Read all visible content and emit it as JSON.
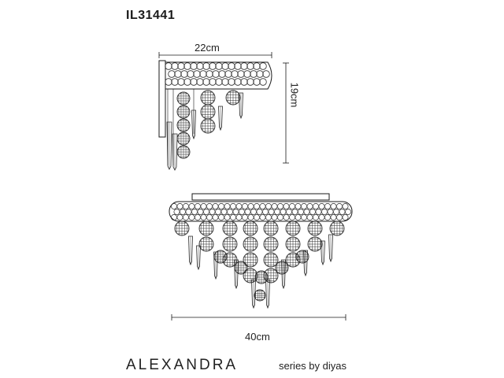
{
  "header": {
    "product_code": "IL31441"
  },
  "dimensions": {
    "side_width": "22cm",
    "side_height": "19cm",
    "front_width": "40cm"
  },
  "footer": {
    "brand_name": "ALEXANDRA",
    "series_text": "series by diyas"
  },
  "colors": {
    "line": "#1a1a1a",
    "crystal": "#2a2a2a",
    "background": "#ffffff"
  }
}
